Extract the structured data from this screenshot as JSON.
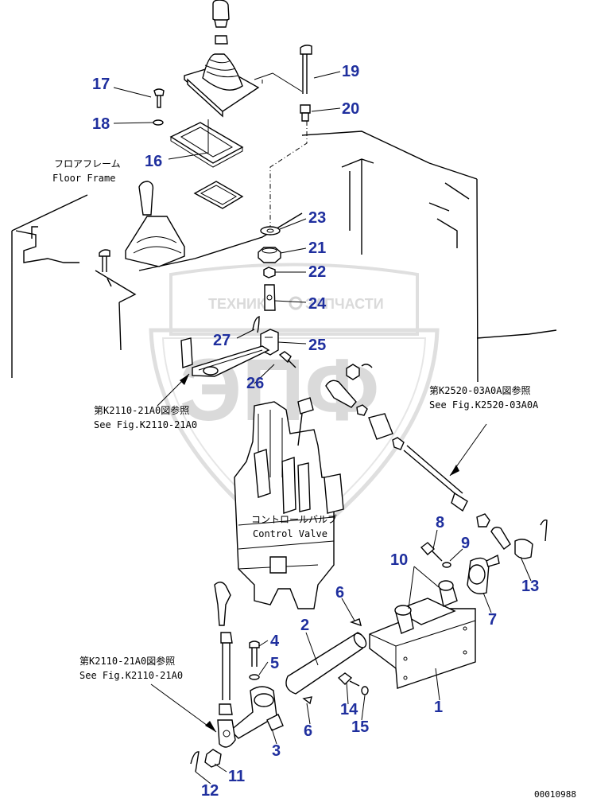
{
  "watermark": {
    "line1": "ТЕХНИКА",
    "line2": "ЗАПЧАСТИ",
    "big": "ЭПФ"
  },
  "notes": {
    "floor_frame_jp": "フロアフレーム",
    "floor_frame_en": "Floor Frame",
    "fig_k2110_upper_jp": "第K2110-21A0図参照",
    "fig_k2110_upper_en": "See Fig.K2110-21A0",
    "fig_k2520_jp": "第K2520-03A0A図参照",
    "fig_k2520_en": "See Fig.K2520-03A0A",
    "control_valve_jp": "コントロールバルブ",
    "control_valve_en": "Control Valve",
    "fig_k2110_lower_jp": "第K2110-21A0図参照",
    "fig_k2110_lower_en": "See Fig.K2110-21A0"
  },
  "part_numbers": [
    "17",
    "18",
    "16",
    "19",
    "20",
    "23",
    "21",
    "22",
    "24",
    "27",
    "25",
    "26",
    "8",
    "9",
    "10",
    "13",
    "7",
    "6",
    "2",
    "4",
    "5",
    "14",
    "15",
    "1",
    "6",
    "3",
    "11",
    "12"
  ],
  "drawing_code": "00010988",
  "colors": {
    "label": "#1f2f9e",
    "line": "#000000",
    "watermark": "#d6d6d6"
  }
}
